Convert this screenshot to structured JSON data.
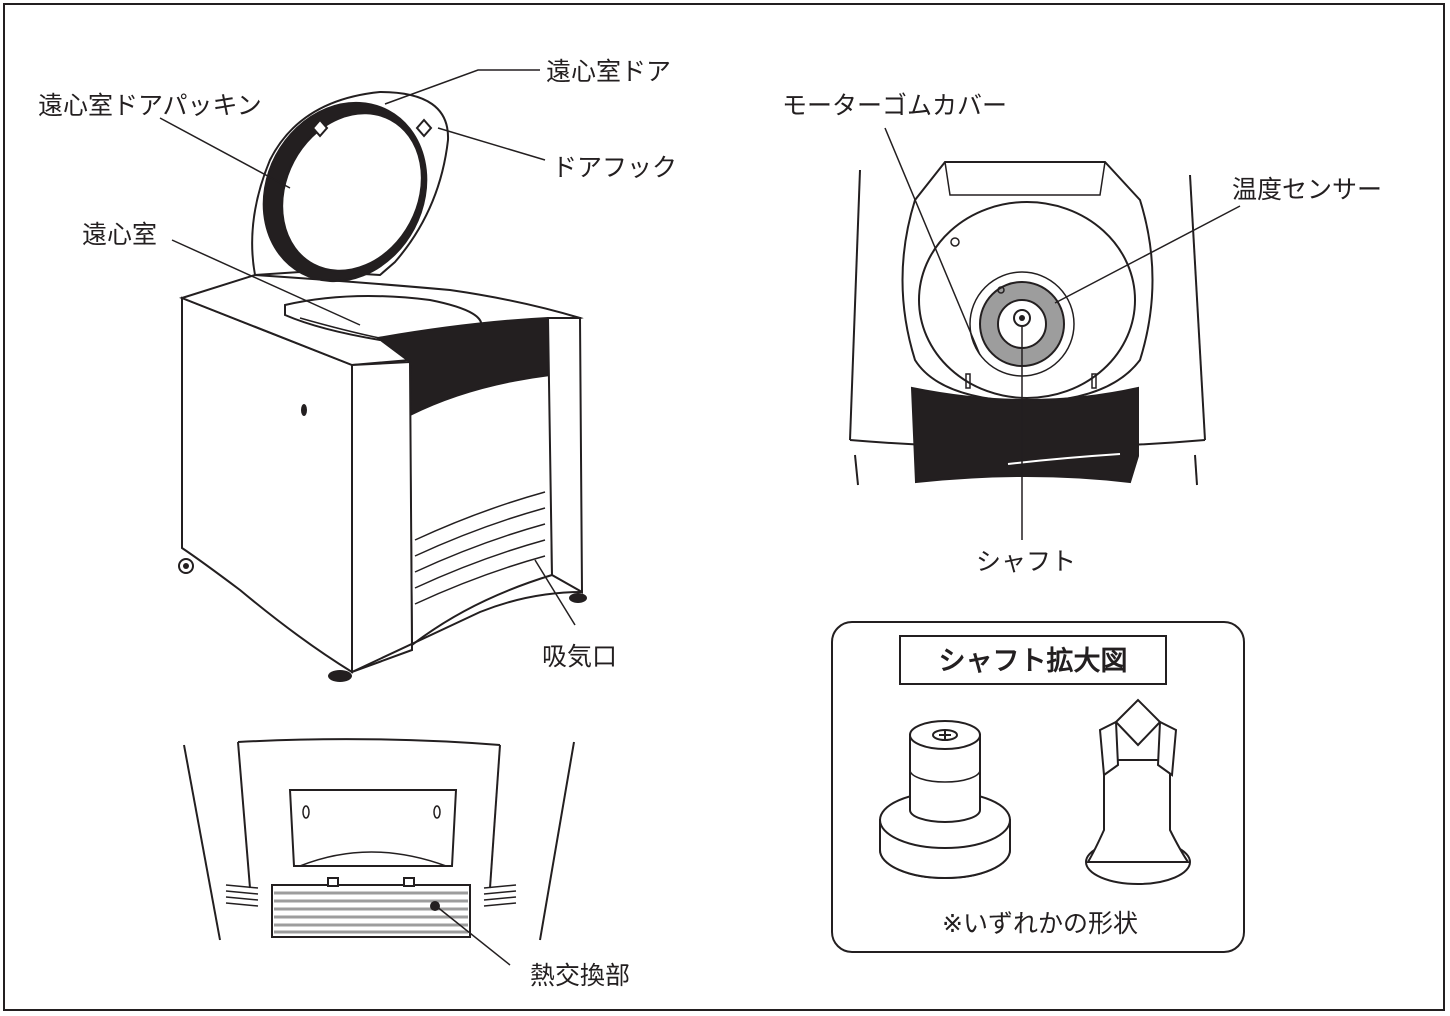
{
  "labels": {
    "door": "遠心室ドア",
    "door_packing": "遠心室ドアパッキン",
    "door_hook": "ドアフック",
    "chamber": "遠心室",
    "air_intake": "吸気口",
    "heat_exchanger": "熱交換部",
    "motor_rubber_cover": "モーターゴムカバー",
    "temp_sensor": "温度センサー",
    "shaft": "シャフト"
  },
  "shaft_box": {
    "title": "シャフト拡大図",
    "note": "※いずれかの形状"
  },
  "colors": {
    "line": "#231f20",
    "dark_panel": "#231f20",
    "rubber_cover": "#9d9d9d",
    "background": "#ffffff"
  }
}
